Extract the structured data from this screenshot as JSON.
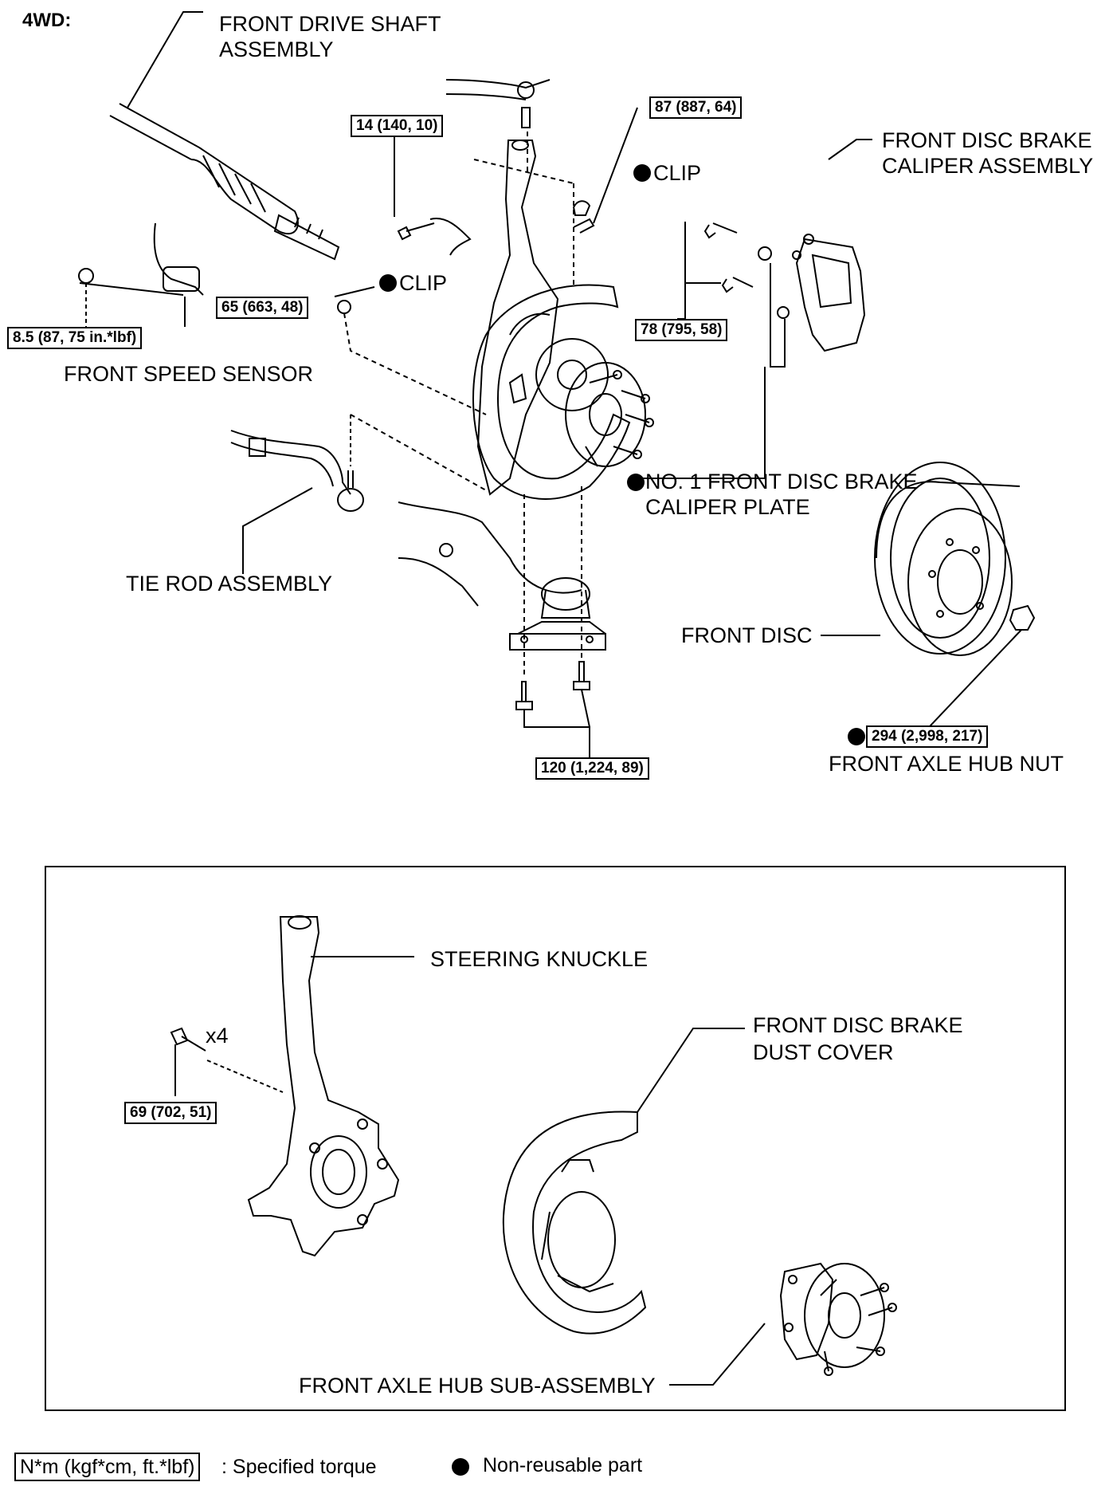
{
  "header": {
    "variant": "4WD:"
  },
  "labels": {
    "front_drive_shaft": "FRONT DRIVE SHAFT",
    "front_drive_shaft_2": "ASSEMBLY",
    "clip_upper": "CLIP",
    "clip_lower": "CLIP",
    "caliper_assembly": "FRONT DISC BRAKE",
    "caliper_assembly_2": "CALIPER ASSEMBLY",
    "front_speed_sensor": "FRONT SPEED SENSOR",
    "caliper_plate": "NO. 1 FRONT DISC BRAKE",
    "caliper_plate_2": "CALIPER PLATE",
    "tie_rod": "TIE ROD ASSEMBLY",
    "front_disc": "FRONT DISC",
    "front_axle_hub_nut": "FRONT AXLE HUB NUT",
    "steering_knuckle": "STEERING KNUCKLE",
    "dust_cover": "FRONT DISC BRAKE",
    "dust_cover_2": "DUST COVER",
    "x4": "x4",
    "hub_sub_assembly": "FRONT AXLE HUB SUB-ASSEMBLY"
  },
  "torques": {
    "t14": "14 (140, 10)",
    "t87": "87 (887, 64)",
    "t78": "78 (795, 58)",
    "t65": "65 (663, 48)",
    "t85": "8.5 (87, 75 in.*lbf)",
    "t120": "120 (1,224, 89)",
    "t294": "294 (2,998, 217)",
    "t69": "69 (702, 51)"
  },
  "legend": {
    "torque_unit": "N*m (kgf*cm, ft.*lbf)",
    "torque_desc": ": Specified torque",
    "nonreusable_desc": "Non-reusable part"
  },
  "colors": {
    "ink": "#000000",
    "background": "#ffffff"
  }
}
